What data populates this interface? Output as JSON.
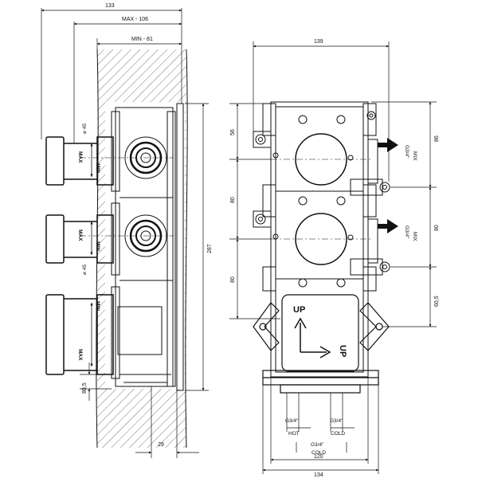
{
  "side_view": {
    "dims": {
      "overall": "133",
      "max": "MAX - 106",
      "min": "MIN - 81",
      "height": "287",
      "wall_offset": "29",
      "bottom_offset": "80,5"
    },
    "diameters": {
      "top": "⌀ 45",
      "middle": "⌀ 45"
    },
    "adjust_labels": {
      "max": "MAX",
      "min": "MIN"
    }
  },
  "front_view": {
    "dims": {
      "width_top": "139",
      "left_top": "56",
      "left_mid": "80",
      "left_bottom": "80",
      "right_top": "86",
      "right_mid": "80",
      "right_bottom": "60,5",
      "inner_width": "120",
      "overall_width": "134"
    },
    "ports": {
      "outlet_top": {
        "size": "G3/4\"",
        "name": "MIX"
      },
      "outlet_mid": {
        "size": "G3/4\"",
        "name": "MIX"
      },
      "hot": {
        "size": "G3/4\"",
        "name": "HOT"
      },
      "cold_left": {
        "size": "G3/4\"",
        "name": "COLD"
      },
      "cold_bottom": {
        "size": "G3/4\"",
        "name": "COLD"
      }
    },
    "orientation": {
      "up": "UP",
      "up_rotated": "UP"
    }
  }
}
